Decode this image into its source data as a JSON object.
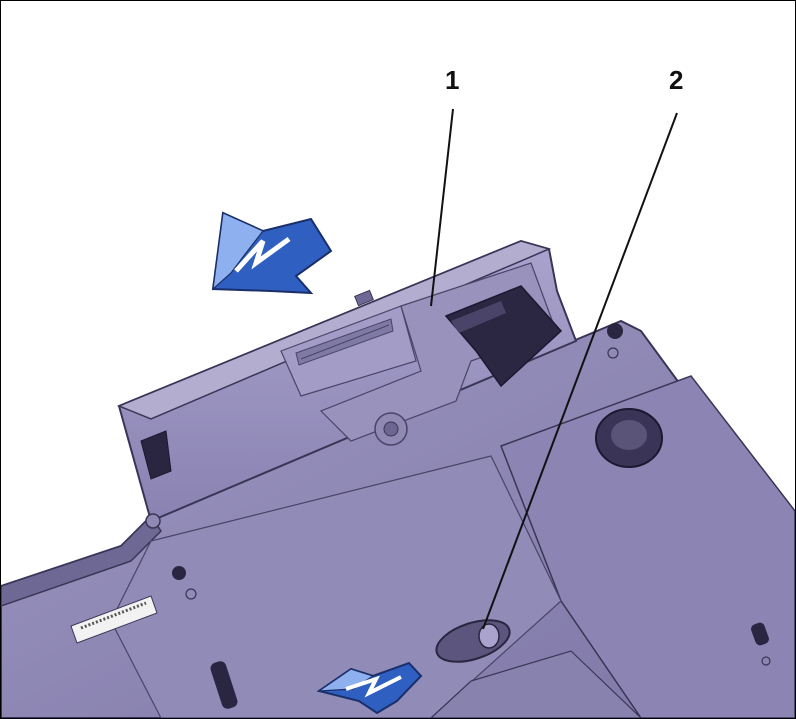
{
  "callouts": [
    {
      "id": "1",
      "label": "1"
    },
    {
      "id": "2",
      "label": "2"
    }
  ],
  "colors": {
    "device_base": "#8f88b4",
    "device_dark": "#5c567e",
    "device_light": "#aaa4cc",
    "device_edge": "#3a3556",
    "arrow_fill": "#2f5fc0",
    "arrow_light": "#8fb0ee",
    "arrow_dark": "#1a2f6a"
  }
}
